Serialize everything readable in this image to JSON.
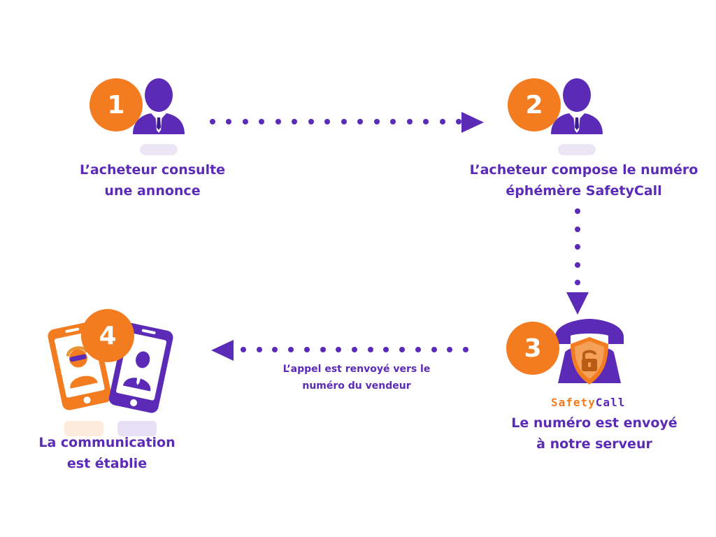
{
  "colors": {
    "purple": "#5b2bb8",
    "orange": "#f47c20",
    "orange_light": "#f6a15a"
  },
  "steps": [
    {
      "number": "1",
      "line1": "L’acheteur consulte",
      "line2": "une annonce",
      "icon": "user-icon"
    },
    {
      "number": "2",
      "line1": "L’acheteur compose le numéro",
      "line2": "éphémère SafetyCall",
      "icon": "user-icon"
    },
    {
      "number": "3",
      "line1": "Le numéro est envoyé",
      "line2": "à notre serveur",
      "icon": "phone-shield-icon"
    },
    {
      "number": "4",
      "line1": "La communication",
      "line2": "est établie",
      "icon": "smartphones-icon"
    }
  ],
  "transfer": {
    "line1": "L’appel est renvoyé vers le",
    "line2": "numéro du vendeur"
  },
  "brand": {
    "part1": "Safety",
    "part2": "Call"
  }
}
